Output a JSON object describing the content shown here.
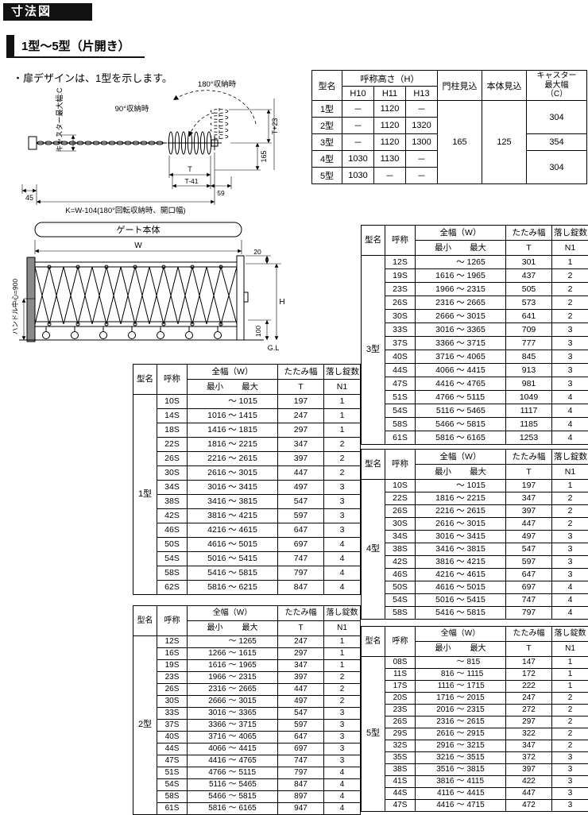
{
  "page": {
    "title": "寸法図",
    "subtitle": "1型～5型（片開き）",
    "note": "・扉デザインは、1型を示します。"
  },
  "diagram_plan": {
    "storage180": "180°収納時",
    "storage90": "90°収納時",
    "caster": "キャスター最大幅:C",
    "t23": "T+23",
    "d165": "165",
    "t": "T",
    "t41": "T-41",
    "d59": "59",
    "d45": "45",
    "k": "K=W-104(180°回転収納時、開口幅)"
  },
  "diagram_elevation": {
    "body": "ゲート本体",
    "w": "W",
    "h": "H",
    "d20": "20",
    "d100": "100",
    "gl": "G.L",
    "handle": "ハンドル中心=900"
  },
  "spec_table": {
    "headers": {
      "model": "型名",
      "height": "呼称高さ（H）",
      "h10": "H10",
      "h11": "H11",
      "h13": "H13",
      "post": "門柱見込",
      "body": "本体見込",
      "caster": "キャスター\n最大幅\n（C）"
    },
    "rows": [
      {
        "model": "1型",
        "h10": "－",
        "h11": "1120",
        "h13": "－"
      },
      {
        "model": "2型",
        "h10": "－",
        "h11": "1120",
        "h13": "1320"
      },
      {
        "model": "3型",
        "h10": "－",
        "h11": "1120",
        "h13": "1300"
      },
      {
        "model": "4型",
        "h10": "1030",
        "h11": "1130",
        "h13": "－"
      },
      {
        "model": "5型",
        "h10": "1030",
        "h11": "－",
        "h13": "－"
      }
    ],
    "post_value": "165",
    "body_value": "125",
    "caster_values": [
      {
        "span": 2,
        "value": "304"
      },
      {
        "span": 1,
        "value": "354"
      },
      {
        "span": 2,
        "value": "304"
      }
    ]
  },
  "size_headers": {
    "model": "型名",
    "name": "呼称",
    "width": "全幅（W）",
    "min": "最小",
    "max": "最大",
    "fold": "たたみ幅",
    "fold_sub": "T",
    "locks": "落し錠数",
    "locks_sub": "N1"
  },
  "size_tables": [
    {
      "model": "1型",
      "rows": [
        [
          "10S",
          "",
          "1015",
          "197",
          "1"
        ],
        [
          "14S",
          "1016",
          "1415",
          "247",
          "1"
        ],
        [
          "18S",
          "1416",
          "1815",
          "297",
          "1"
        ],
        [
          "22S",
          "1816",
          "2215",
          "347",
          "2"
        ],
        [
          "26S",
          "2216",
          "2615",
          "397",
          "2"
        ],
        [
          "30S",
          "2616",
          "3015",
          "447",
          "2"
        ],
        [
          "34S",
          "3016",
          "3415",
          "497",
          "3"
        ],
        [
          "38S",
          "3416",
          "3815",
          "547",
          "3"
        ],
        [
          "42S",
          "3816",
          "4215",
          "597",
          "3"
        ],
        [
          "46S",
          "4216",
          "4615",
          "647",
          "3"
        ],
        [
          "50S",
          "4616",
          "5015",
          "697",
          "4"
        ],
        [
          "54S",
          "5016",
          "5415",
          "747",
          "4"
        ],
        [
          "58S",
          "5416",
          "5815",
          "797",
          "4"
        ],
        [
          "62S",
          "5816",
          "6215",
          "847",
          "4"
        ]
      ]
    },
    {
      "model": "2型",
      "rows": [
        [
          "12S",
          "",
          "1265",
          "247",
          "1"
        ],
        [
          "16S",
          "1266",
          "1615",
          "297",
          "1"
        ],
        [
          "19S",
          "1616",
          "1965",
          "347",
          "1"
        ],
        [
          "23S",
          "1966",
          "2315",
          "397",
          "2"
        ],
        [
          "26S",
          "2316",
          "2665",
          "447",
          "2"
        ],
        [
          "30S",
          "2666",
          "3015",
          "497",
          "2"
        ],
        [
          "33S",
          "3016",
          "3365",
          "547",
          "3"
        ],
        [
          "37S",
          "3366",
          "3715",
          "597",
          "3"
        ],
        [
          "40S",
          "3716",
          "4065",
          "647",
          "3"
        ],
        [
          "44S",
          "4066",
          "4415",
          "697",
          "3"
        ],
        [
          "47S",
          "4416",
          "4765",
          "747",
          "3"
        ],
        [
          "51S",
          "4766",
          "5115",
          "797",
          "4"
        ],
        [
          "54S",
          "5116",
          "5465",
          "847",
          "4"
        ],
        [
          "58S",
          "5466",
          "5815",
          "897",
          "4"
        ],
        [
          "61S",
          "5816",
          "6165",
          "947",
          "4"
        ]
      ]
    },
    {
      "model": "3型",
      "rows": [
        [
          "12S",
          "",
          "1265",
          "301",
          "1"
        ],
        [
          "19S",
          "1616",
          "1965",
          "437",
          "2"
        ],
        [
          "23S",
          "1966",
          "2315",
          "505",
          "2"
        ],
        [
          "26S",
          "2316",
          "2665",
          "573",
          "2"
        ],
        [
          "30S",
          "2666",
          "3015",
          "641",
          "2"
        ],
        [
          "33S",
          "3016",
          "3365",
          "709",
          "3"
        ],
        [
          "37S",
          "3366",
          "3715",
          "777",
          "3"
        ],
        [
          "40S",
          "3716",
          "4065",
          "845",
          "3"
        ],
        [
          "44S",
          "4066",
          "4415",
          "913",
          "3"
        ],
        [
          "47S",
          "4416",
          "4765",
          "981",
          "3"
        ],
        [
          "51S",
          "4766",
          "5115",
          "1049",
          "4"
        ],
        [
          "54S",
          "5116",
          "5465",
          "1117",
          "4"
        ],
        [
          "58S",
          "5466",
          "5815",
          "1185",
          "4"
        ],
        [
          "61S",
          "5816",
          "6165",
          "1253",
          "4"
        ]
      ]
    },
    {
      "model": "4型",
      "rows": [
        [
          "10S",
          "",
          "1015",
          "197",
          "1"
        ],
        [
          "22S",
          "1816",
          "2215",
          "347",
          "2"
        ],
        [
          "26S",
          "2216",
          "2615",
          "397",
          "2"
        ],
        [
          "30S",
          "2616",
          "3015",
          "447",
          "2"
        ],
        [
          "34S",
          "3016",
          "3415",
          "497",
          "3"
        ],
        [
          "38S",
          "3416",
          "3815",
          "547",
          "3"
        ],
        [
          "42S",
          "3816",
          "4215",
          "597",
          "3"
        ],
        [
          "46S",
          "4216",
          "4615",
          "647",
          "3"
        ],
        [
          "50S",
          "4616",
          "5015",
          "697",
          "4"
        ],
        [
          "54S",
          "5016",
          "5415",
          "747",
          "4"
        ],
        [
          "58S",
          "5416",
          "5815",
          "797",
          "4"
        ]
      ]
    },
    {
      "model": "5型",
      "rows": [
        [
          "08S",
          "",
          "815",
          "147",
          "1"
        ],
        [
          "11S",
          "816",
          "1115",
          "172",
          "1"
        ],
        [
          "17S",
          "1116",
          "1715",
          "222",
          "1"
        ],
        [
          "20S",
          "1716",
          "2015",
          "247",
          "2"
        ],
        [
          "23S",
          "2016",
          "2315",
          "272",
          "2"
        ],
        [
          "26S",
          "2316",
          "2615",
          "297",
          "2"
        ],
        [
          "29S",
          "2616",
          "2915",
          "322",
          "2"
        ],
        [
          "32S",
          "2916",
          "3215",
          "347",
          "2"
        ],
        [
          "35S",
          "3216",
          "3515",
          "372",
          "3"
        ],
        [
          "38S",
          "3516",
          "3815",
          "397",
          "3"
        ],
        [
          "41S",
          "3816",
          "4115",
          "422",
          "3"
        ],
        [
          "44S",
          "4116",
          "4415",
          "447",
          "3"
        ],
        [
          "47S",
          "4416",
          "4715",
          "472",
          "3"
        ]
      ]
    }
  ]
}
